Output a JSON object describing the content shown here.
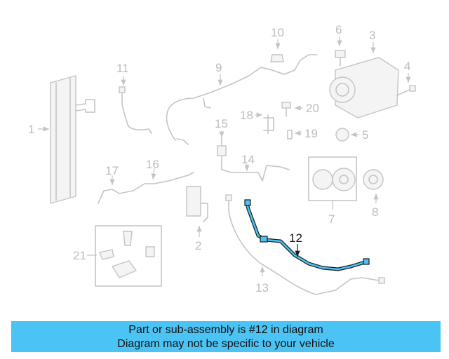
{
  "diagram": {
    "callouts": [
      "1",
      "2",
      "3",
      "4",
      "5",
      "6",
      "7",
      "8",
      "9",
      "10",
      "11",
      "12",
      "13",
      "14",
      "15",
      "16",
      "17",
      "18",
      "19",
      "20",
      "21"
    ],
    "highlighted_part": "12",
    "highlight_color": "#4cc3f5",
    "part_line_color": "#c4c4c4",
    "highlight_label_color": "#1a1a1a"
  },
  "banner": {
    "line1": "Part or sub-assembly is #12 in diagram",
    "line2": "Diagram may not be specific to your vehicle",
    "background": "#4cc3f5"
  }
}
